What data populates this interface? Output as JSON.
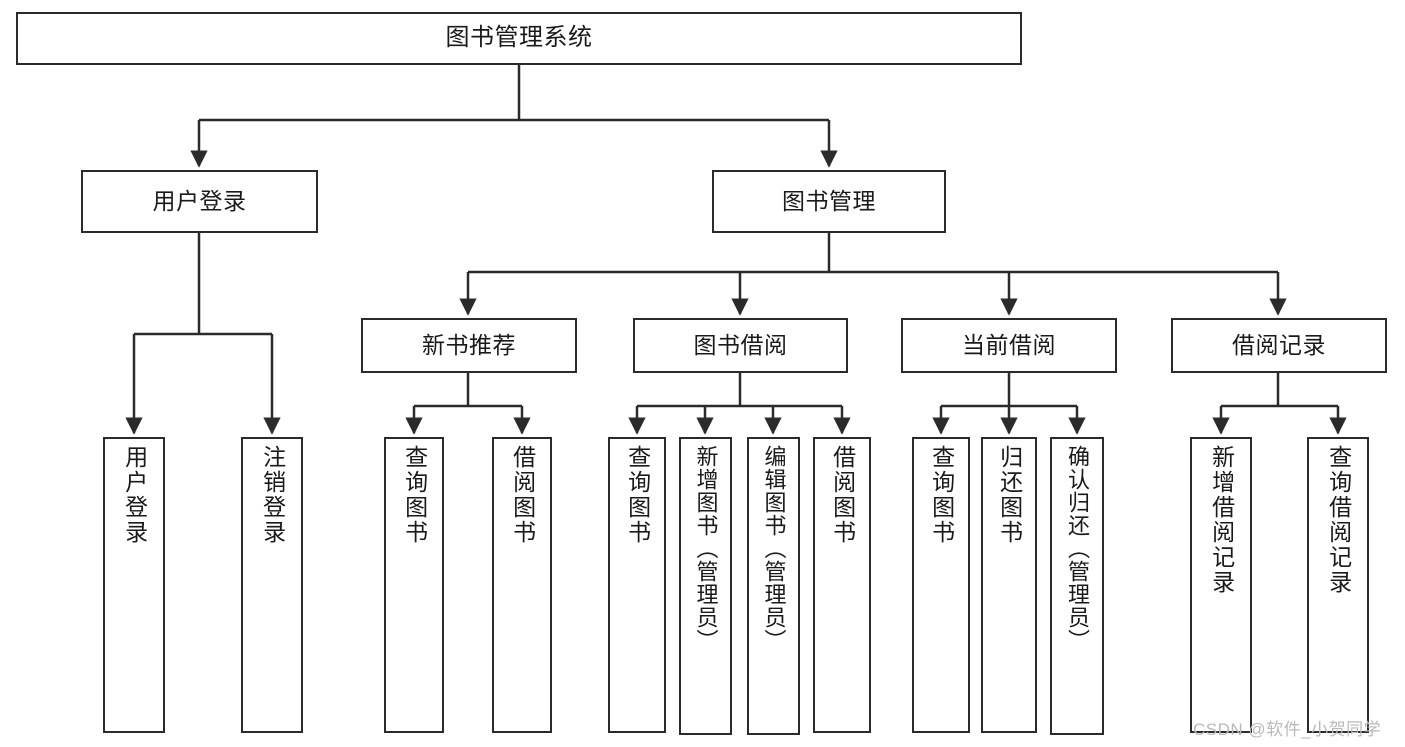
{
  "diagram": {
    "title": "图书管理系统",
    "type": "tree-hierarchy",
    "levels": {
      "root": {
        "label": "图书管理系统"
      },
      "level2": [
        {
          "label": "用户登录"
        },
        {
          "label": "图书管理"
        }
      ],
      "level3": [
        {
          "label": "新书推荐"
        },
        {
          "label": "图书借阅"
        },
        {
          "label": "当前借阅"
        },
        {
          "label": "借阅记录"
        }
      ],
      "leaves": {
        "user_login": [
          {
            "label": "用户登录"
          },
          {
            "label": "注销登录"
          }
        ],
        "new_book_recommend": [
          {
            "label": "查询图书"
          },
          {
            "label": "借阅图书"
          }
        ],
        "book_borrow": [
          {
            "label": "查询图书"
          },
          {
            "label": "新增图书（管理员）"
          },
          {
            "label": "编辑图书（管理员）"
          },
          {
            "label": "借阅图书"
          }
        ],
        "current_borrow": [
          {
            "label": "查询图书"
          },
          {
            "label": "归还图书"
          },
          {
            "label": "确认归还（管理员）"
          }
        ],
        "borrow_record": [
          {
            "label": "新增借阅记录"
          },
          {
            "label": "查询借阅记录"
          }
        ]
      }
    }
  },
  "watermark": {
    "text": "CSDN @软件_小贺同学"
  },
  "colors": {
    "stroke": "#2b2b2b",
    "box_fill": "#ffffff",
    "text": "#1a1a1a",
    "watermark": "#b9b9b9",
    "background": "#ffffff"
  }
}
